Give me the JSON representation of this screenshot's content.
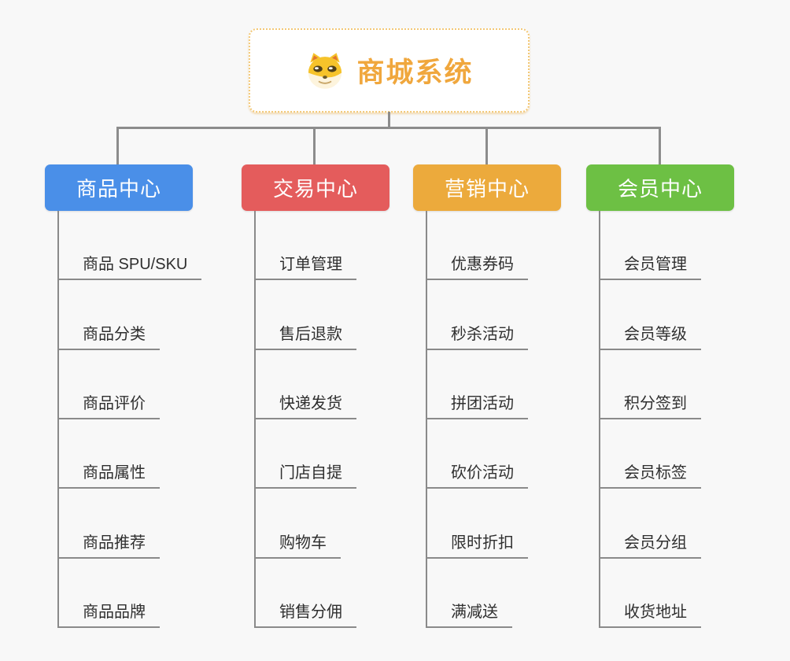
{
  "root": {
    "title": "商城系统",
    "icon": "doge-icon",
    "title_color": "#f0a73d",
    "border_color": "#f3c876",
    "background": "#ffffff"
  },
  "connector_color": "#8c8c8c",
  "page_background": "#f8f8f8",
  "branches": [
    {
      "label": "商品中心",
      "color": "#4a8fe8",
      "items": [
        "商品 SPU/SKU",
        "商品分类",
        "商品评价",
        "商品属性",
        "商品推荐",
        "商品品牌"
      ]
    },
    {
      "label": "交易中心",
      "color": "#e45c5c",
      "items": [
        "订单管理",
        "售后退款",
        "快递发货",
        "门店自提",
        "购物车",
        "销售分佣"
      ]
    },
    {
      "label": "营销中心",
      "color": "#ecaa3c",
      "items": [
        "优惠券码",
        "秒杀活动",
        "拼团活动",
        "砍价活动",
        "限时折扣",
        "满减送"
      ]
    },
    {
      "label": "会员中心",
      "color": "#6dc044",
      "items": [
        "会员管理",
        "会员等级",
        "积分签到",
        "会员标签",
        "会员分组",
        "收货地址"
      ]
    }
  ]
}
